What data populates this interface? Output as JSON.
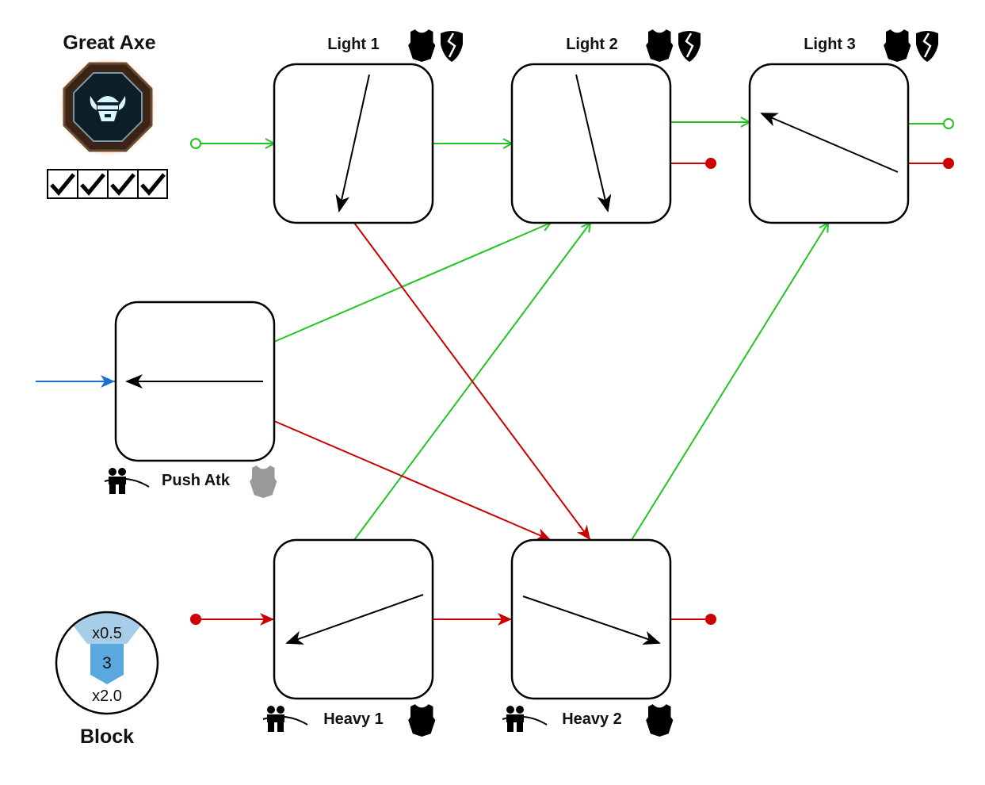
{
  "weapon": {
    "title": "Great Axe",
    "icon": "viking-helmet-emblem-icon",
    "checks": [
      true,
      true,
      true,
      true
    ]
  },
  "block": {
    "label": "Block",
    "top": "x0.5",
    "value": "3",
    "bottom": "x2.0"
  },
  "colors": {
    "light_link": "#22c422",
    "heavy_link": "#cc0000",
    "entry_link": "#1a6fd1",
    "direction_arrow": "#000000",
    "armor_gray": "#999999",
    "block_light": "#a8cde8",
    "block_dark": "#5aa8e0"
  },
  "nodes": [
    {
      "id": "light1",
      "label": "Light 1",
      "direction": "down",
      "icons": [
        "armor-icon",
        "broken-shield-icon"
      ],
      "label_pos": "top"
    },
    {
      "id": "light2",
      "label": "Light 2",
      "direction": "down",
      "icons": [
        "armor-icon",
        "broken-shield-icon"
      ],
      "label_pos": "top"
    },
    {
      "id": "light3",
      "label": "Light 3",
      "direction": "up-left",
      "icons": [
        "armor-icon",
        "broken-shield-icon"
      ],
      "label_pos": "top"
    },
    {
      "id": "push",
      "label": "Push Atk",
      "direction": "left",
      "icons": [
        "push-icon",
        "armor-gray-icon"
      ],
      "label_pos": "bottom"
    },
    {
      "id": "heavy1",
      "label": "Heavy 1",
      "direction": "down-left",
      "icons": [
        "push-icon",
        "armor-icon"
      ],
      "label_pos": "bottom"
    },
    {
      "id": "heavy2",
      "label": "Heavy 2",
      "direction": "down-right",
      "icons": [
        "push-icon",
        "armor-icon"
      ],
      "label_pos": "bottom"
    }
  ],
  "links": [
    {
      "from": "start-light",
      "to": "light1",
      "type": "light"
    },
    {
      "from": "light1",
      "to": "light2",
      "type": "light"
    },
    {
      "from": "light2",
      "to": "light3",
      "type": "light"
    },
    {
      "from": "light3",
      "to": "end-light",
      "type": "light"
    },
    {
      "from": "light2",
      "to": "end-heavy",
      "type": "heavy"
    },
    {
      "from": "light3",
      "to": "end-heavy",
      "type": "heavy"
    },
    {
      "from": "light1",
      "to": "heavy2",
      "type": "heavy"
    },
    {
      "from": "push",
      "to": "light2",
      "type": "light"
    },
    {
      "from": "push",
      "to": "heavy2",
      "type": "heavy"
    },
    {
      "from": "heavy1",
      "to": "light2",
      "type": "light"
    },
    {
      "from": "heavy2",
      "to": "light3",
      "type": "light"
    },
    {
      "from": "start-heavy",
      "to": "heavy1",
      "type": "heavy"
    },
    {
      "from": "heavy1",
      "to": "heavy2",
      "type": "heavy"
    },
    {
      "from": "heavy2",
      "to": "end-heavy",
      "type": "heavy"
    },
    {
      "from": "entry",
      "to": "push",
      "type": "entry"
    }
  ]
}
